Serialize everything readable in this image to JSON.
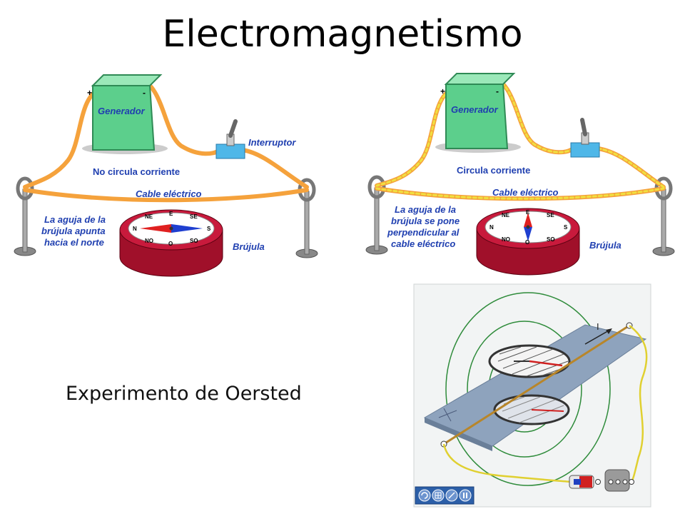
{
  "title": "Electromagnetismo",
  "subtitle": "Experimento de Oersted",
  "left_panel": {
    "generator": "Generador",
    "plus": "+",
    "minus": "-",
    "switch": "Interruptor",
    "status": "No circula corriente",
    "cable": "Cable eléctrico",
    "needle_lines": [
      "La aguja de la",
      "brújula apunta",
      "hacia el norte"
    ],
    "compass": "Brújula",
    "compass_marks": [
      "N",
      "NE",
      "E",
      "SE",
      "S",
      "SO",
      "O",
      "NO"
    ]
  },
  "right_panel": {
    "generator": "Generador",
    "plus": "+",
    "minus": "-",
    "status": "Circula corriente",
    "cable": "Cable eléctrico",
    "needle_lines": [
      "La aguja de la",
      "brújula se pone",
      "perpendicular al",
      "cable eléctrico"
    ],
    "compass": "Brújula",
    "compass_marks": [
      "N",
      "NE",
      "E",
      "SE",
      "S",
      "SO",
      "O",
      "NO"
    ]
  },
  "oersted": {
    "current_label": "I",
    "button_icons": [
      "reset-icon",
      "grid-icon",
      "edit-icon",
      "pause-icon"
    ]
  },
  "colors": {
    "generator": "#5ccf8c",
    "wire": "#f5a23c",
    "wire_current": "#f0e040",
    "label_blue": "#1f3fb0",
    "compass_red": "#b3122e",
    "field_lines": "#2e8b3a"
  }
}
